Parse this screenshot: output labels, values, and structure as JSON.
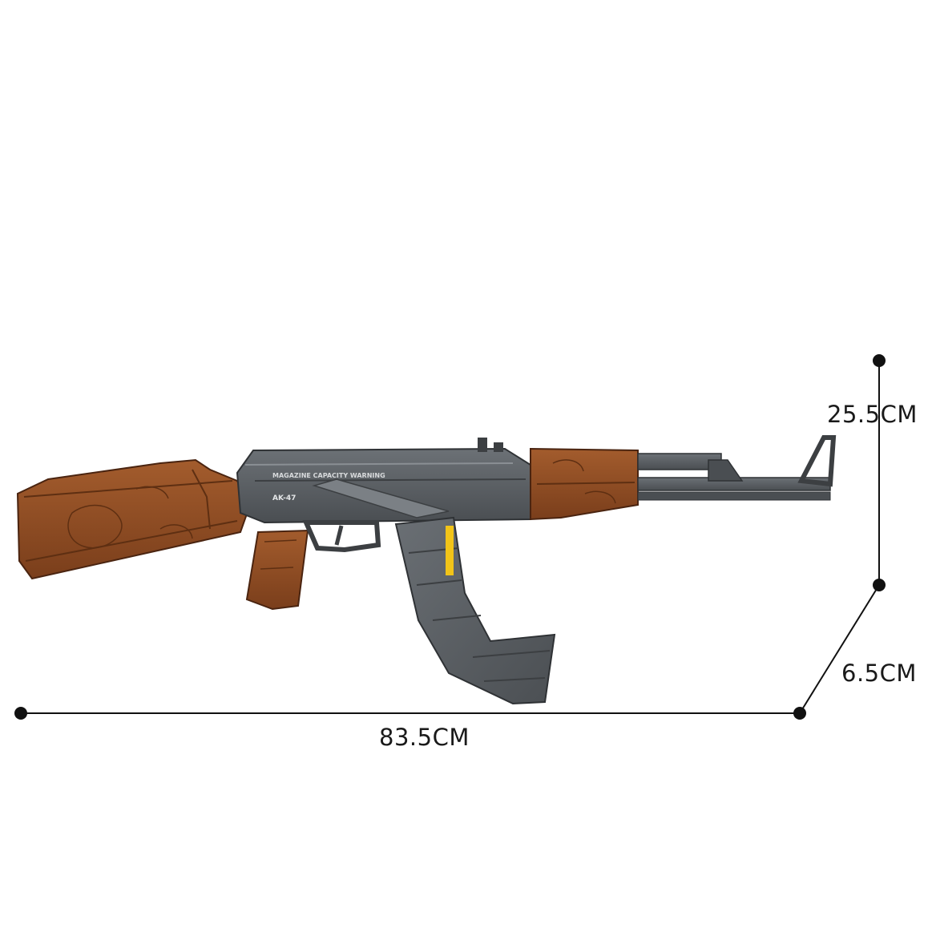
{
  "product": {
    "name": "building-block assault rifle model",
    "model_marking": "AK-47",
    "magazine_marking": "MAGAZINE CAPACITY WARNING",
    "colors": {
      "wood": "#8a4a22",
      "wood_light": "#a0592b",
      "wood_dark": "#5e2f12",
      "steel": "#5b5f63",
      "steel_dark": "#3c3f42",
      "steel_light": "#7b8085",
      "accent_yellow": "#f2c418"
    }
  },
  "dimensions": {
    "height": "25.5CM",
    "depth": "6.5CM",
    "length": "83.5CM",
    "line_color": "#111111"
  }
}
